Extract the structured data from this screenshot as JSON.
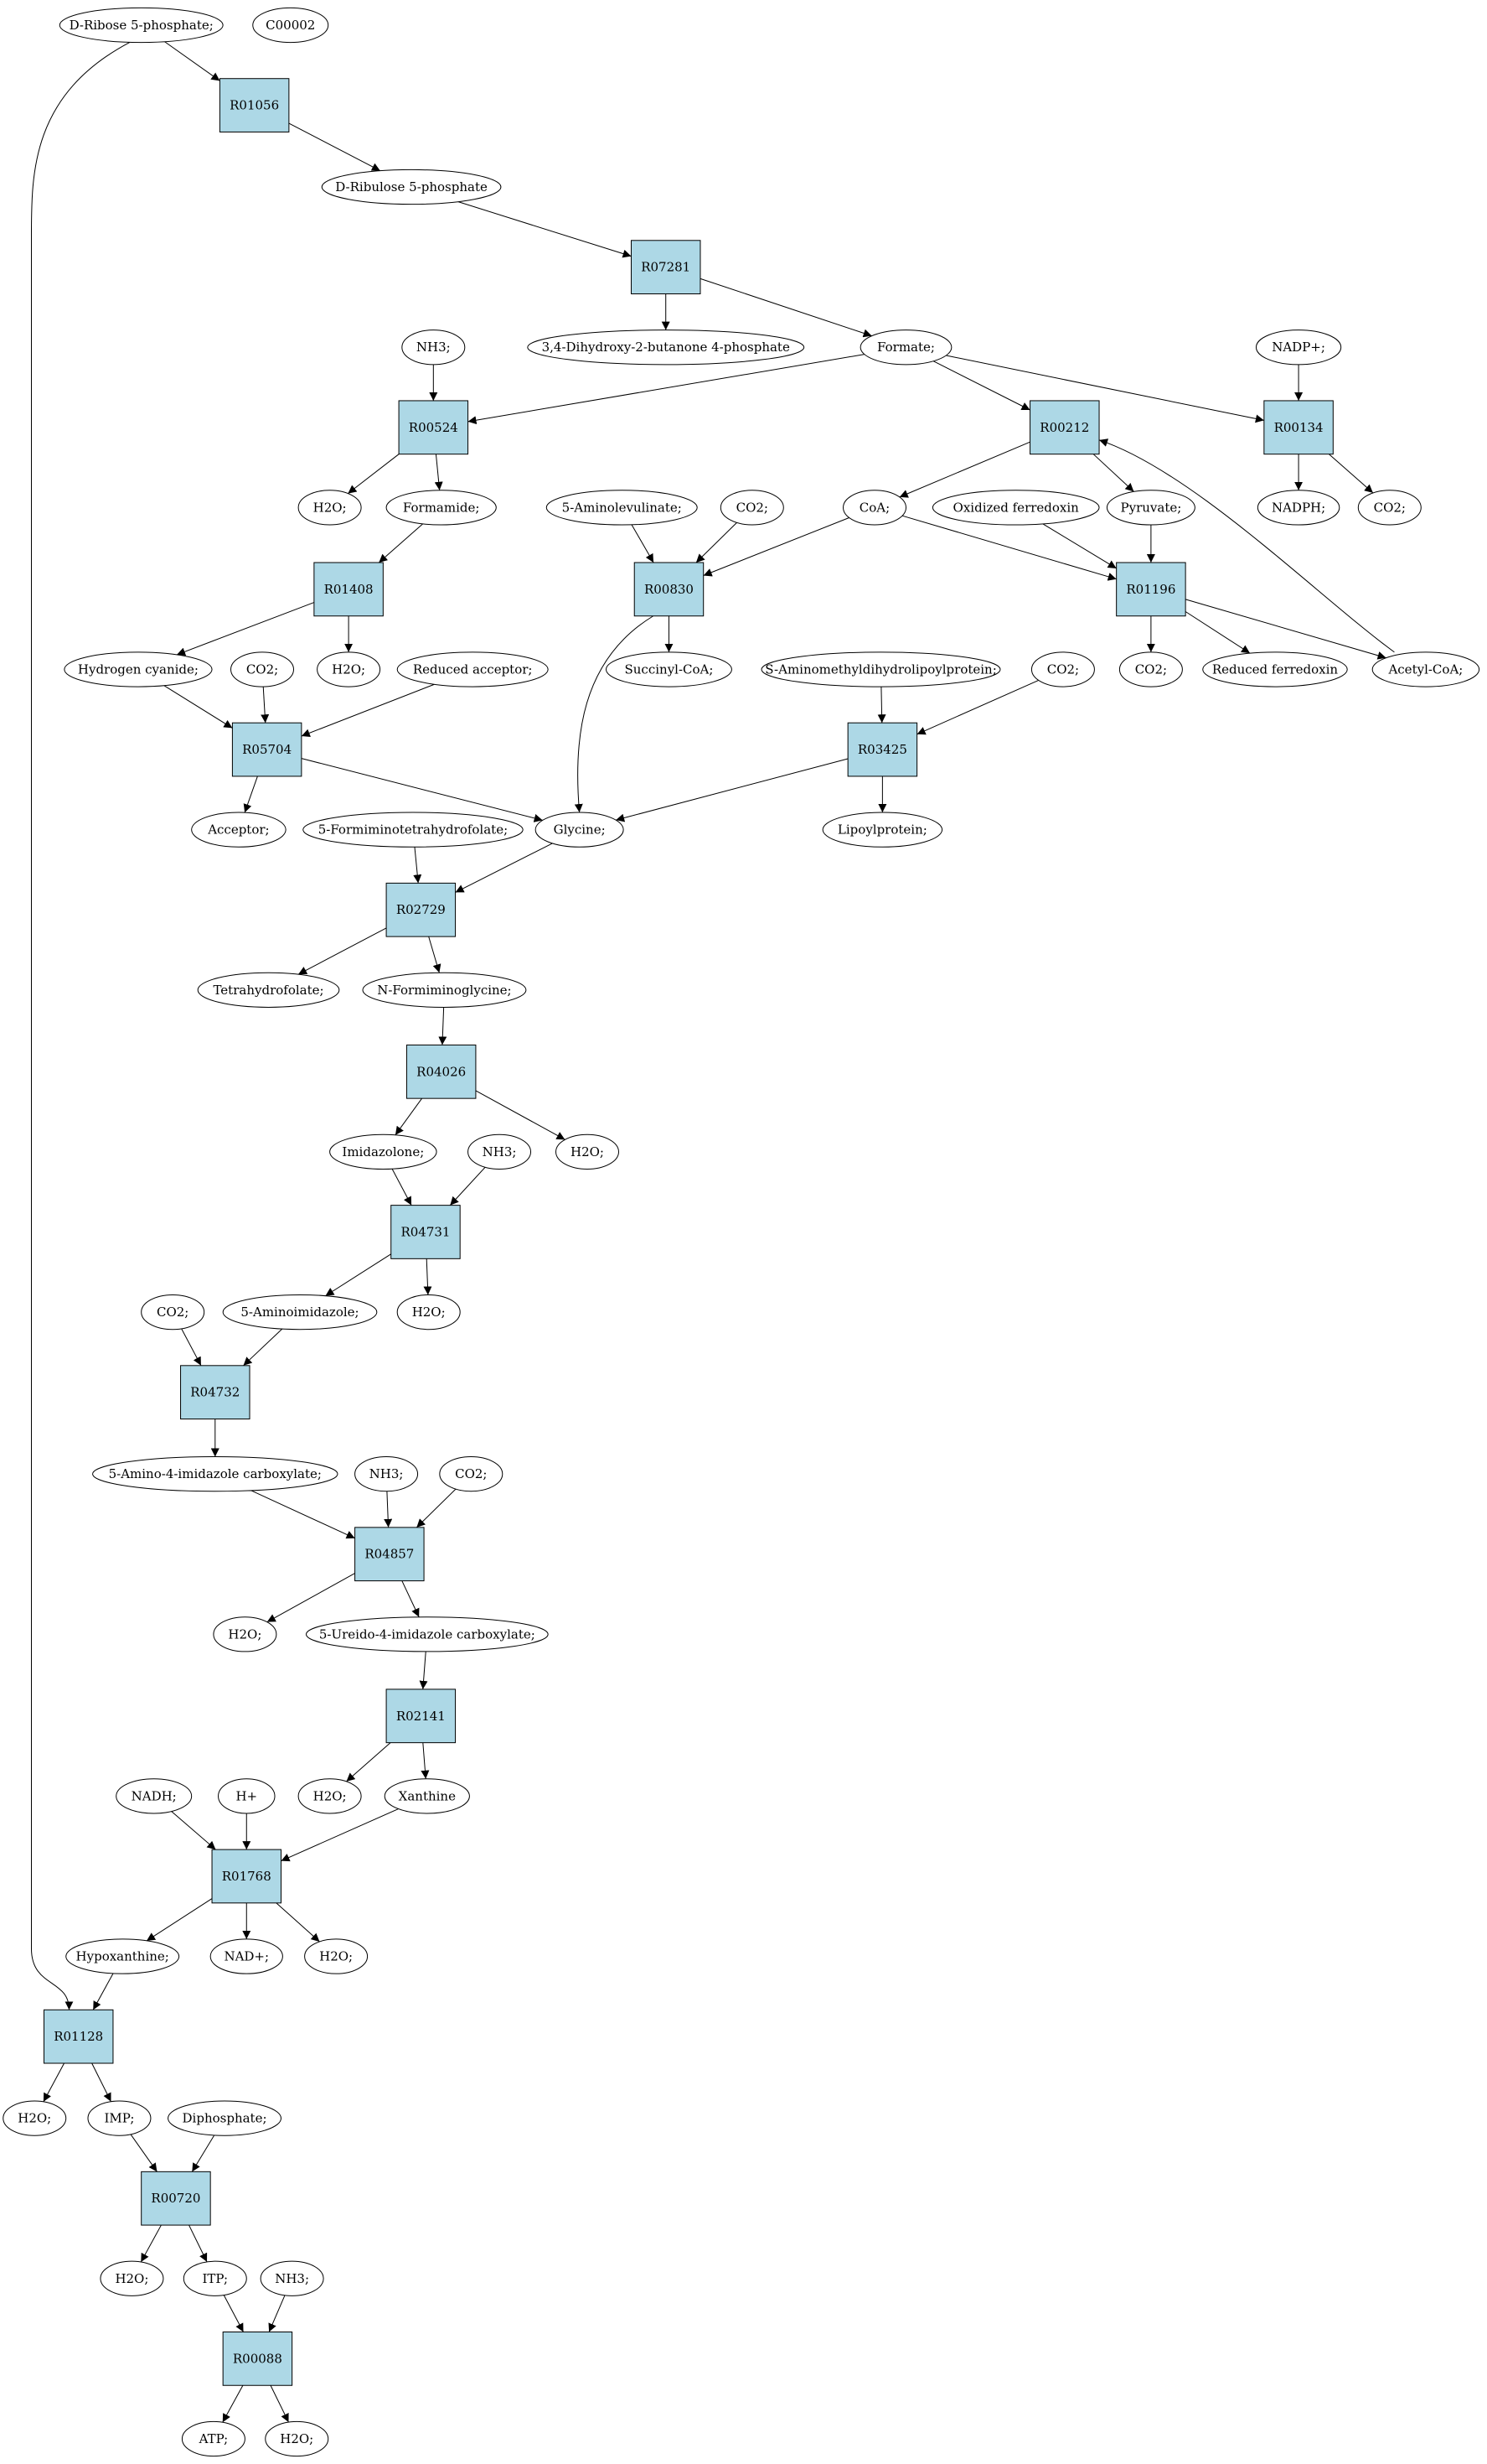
{
  "colors": {
    "reaction_fill": "#add8e6",
    "compound_fill": "#ffffff",
    "start_compound_fill": "#00ee00",
    "query_compound_fill": "#ffff00",
    "line": "#000000"
  },
  "nodes": [
    {
      "id": "c_dribose_top",
      "label": "D-Ribose 5-phosphate;",
      "kind": "compound",
      "fill": "#00ee00"
    },
    {
      "id": "c_c00002",
      "label": "C00002",
      "kind": "compound",
      "fill": "#ffff00"
    },
    {
      "id": "R01056",
      "label": "R01056",
      "kind": "reaction"
    },
    {
      "id": "c_dribulose",
      "label": "D-Ribulose 5-phosphate",
      "kind": "compound"
    },
    {
      "id": "R07281",
      "label": "R07281",
      "kind": "reaction"
    },
    {
      "id": "c_dihydroxy",
      "label": "3,4-Dihydroxy-2-butanone 4-phosphate",
      "kind": "compound"
    },
    {
      "id": "c_formate",
      "label": "Formate;",
      "kind": "compound"
    },
    {
      "id": "c_nh3_1",
      "label": "NH3;",
      "kind": "compound"
    },
    {
      "id": "c_nadp",
      "label": "NADP+;",
      "kind": "compound"
    },
    {
      "id": "R00524",
      "label": "R00524",
      "kind": "reaction"
    },
    {
      "id": "R00212",
      "label": "R00212",
      "kind": "reaction"
    },
    {
      "id": "R00134",
      "label": "R00134",
      "kind": "reaction"
    },
    {
      "id": "c_h2o_1",
      "label": "H2O;",
      "kind": "compound"
    },
    {
      "id": "c_formamide",
      "label": "Formamide;",
      "kind": "compound"
    },
    {
      "id": "c_aminolev",
      "label": "5-Aminolevulinate;",
      "kind": "compound"
    },
    {
      "id": "c_co2_1",
      "label": "CO2;",
      "kind": "compound"
    },
    {
      "id": "c_coa",
      "label": "CoA;",
      "kind": "compound"
    },
    {
      "id": "c_oxferr",
      "label": "Oxidized ferredoxin",
      "kind": "compound"
    },
    {
      "id": "c_pyruvate",
      "label": "Pyruvate;",
      "kind": "compound"
    },
    {
      "id": "c_nadph",
      "label": "NADPH;",
      "kind": "compound"
    },
    {
      "id": "c_co2_2",
      "label": "CO2;",
      "kind": "compound"
    },
    {
      "id": "R01408",
      "label": "R01408",
      "kind": "reaction"
    },
    {
      "id": "R00830",
      "label": "R00830",
      "kind": "reaction"
    },
    {
      "id": "R01196",
      "label": "R01196",
      "kind": "reaction"
    },
    {
      "id": "c_hcn",
      "label": "Hydrogen cyanide;",
      "kind": "compound"
    },
    {
      "id": "c_co2_3",
      "label": "CO2;",
      "kind": "compound"
    },
    {
      "id": "c_h2o_2",
      "label": "H2O;",
      "kind": "compound"
    },
    {
      "id": "c_redacc",
      "label": "Reduced acceptor;",
      "kind": "compound"
    },
    {
      "id": "c_succoa",
      "label": "Succinyl-CoA;",
      "kind": "compound"
    },
    {
      "id": "c_samdlp",
      "label": "S-Aminomethyldihydrolipoylprotein;",
      "kind": "compound"
    },
    {
      "id": "c_co2_4",
      "label": "CO2;",
      "kind": "compound"
    },
    {
      "id": "c_co2_5",
      "label": "CO2;",
      "kind": "compound"
    },
    {
      "id": "c_redferr",
      "label": "Reduced ferredoxin",
      "kind": "compound"
    },
    {
      "id": "c_acetylcoa",
      "label": "Acetyl-CoA;",
      "kind": "compound"
    },
    {
      "id": "R05704",
      "label": "R05704",
      "kind": "reaction"
    },
    {
      "id": "R03425",
      "label": "R03425",
      "kind": "reaction"
    },
    {
      "id": "c_acceptor",
      "label": "Acceptor;",
      "kind": "compound"
    },
    {
      "id": "c_fthf",
      "label": "5-Formiminotetrahydrofolate;",
      "kind": "compound"
    },
    {
      "id": "c_glycine",
      "label": "Glycine;",
      "kind": "compound"
    },
    {
      "id": "c_lipoyl",
      "label": "Lipoylprotein;",
      "kind": "compound"
    },
    {
      "id": "R02729",
      "label": "R02729",
      "kind": "reaction"
    },
    {
      "id": "c_thf",
      "label": "Tetrahydrofolate;",
      "kind": "compound"
    },
    {
      "id": "c_nfg",
      "label": "N-Formiminoglycine;",
      "kind": "compound"
    },
    {
      "id": "R04026",
      "label": "R04026",
      "kind": "reaction"
    },
    {
      "id": "c_imidazolone",
      "label": "Imidazolone;",
      "kind": "compound"
    },
    {
      "id": "c_nh3_2",
      "label": "NH3;",
      "kind": "compound"
    },
    {
      "id": "c_h2o_3",
      "label": "H2O;",
      "kind": "compound"
    },
    {
      "id": "R04731",
      "label": "R04731",
      "kind": "reaction"
    },
    {
      "id": "c_co2_6",
      "label": "CO2;",
      "kind": "compound"
    },
    {
      "id": "c_5ai",
      "label": "5-Aminoimidazole;",
      "kind": "compound"
    },
    {
      "id": "c_h2o_4",
      "label": "H2O;",
      "kind": "compound"
    },
    {
      "id": "R04732",
      "label": "R04732",
      "kind": "reaction"
    },
    {
      "id": "c_5a4ic",
      "label": "5-Amino-4-imidazole carboxylate;",
      "kind": "compound"
    },
    {
      "id": "c_nh3_3",
      "label": "NH3;",
      "kind": "compound"
    },
    {
      "id": "c_co2_7",
      "label": "CO2;",
      "kind": "compound"
    },
    {
      "id": "R04857",
      "label": "R04857",
      "kind": "reaction"
    },
    {
      "id": "c_h2o_5",
      "label": "H2O;",
      "kind": "compound"
    },
    {
      "id": "c_5u4ic",
      "label": "5-Ureido-4-imidazole carboxylate;",
      "kind": "compound"
    },
    {
      "id": "R02141",
      "label": "R02141",
      "kind": "reaction"
    },
    {
      "id": "c_nadh",
      "label": "NADH;",
      "kind": "compound"
    },
    {
      "id": "c_hplus",
      "label": "H+",
      "kind": "compound"
    },
    {
      "id": "c_h2o_6",
      "label": "H2O;",
      "kind": "compound"
    },
    {
      "id": "c_xanthine",
      "label": "Xanthine",
      "kind": "compound"
    },
    {
      "id": "R01768",
      "label": "R01768",
      "kind": "reaction"
    },
    {
      "id": "c_hypox",
      "label": "Hypoxanthine;",
      "kind": "compound"
    },
    {
      "id": "c_nadplus",
      "label": "NAD+;",
      "kind": "compound"
    },
    {
      "id": "c_h2o_7",
      "label": "H2O;",
      "kind": "compound"
    },
    {
      "id": "R01128",
      "label": "R01128",
      "kind": "reaction"
    },
    {
      "id": "c_h2o_8",
      "label": "H2O;",
      "kind": "compound"
    },
    {
      "id": "c_imp",
      "label": "IMP;",
      "kind": "compound"
    },
    {
      "id": "c_diphos",
      "label": "Diphosphate;",
      "kind": "compound"
    },
    {
      "id": "R00720",
      "label": "R00720",
      "kind": "reaction"
    },
    {
      "id": "c_h2o_9",
      "label": "H2O;",
      "kind": "compound"
    },
    {
      "id": "c_itp",
      "label": "ITP;",
      "kind": "compound"
    },
    {
      "id": "c_nh3_4",
      "label": "NH3;",
      "kind": "compound"
    },
    {
      "id": "R00088",
      "label": "R00088",
      "kind": "reaction"
    },
    {
      "id": "c_atp",
      "label": "ATP;",
      "kind": "compound"
    },
    {
      "id": "c_h2o_10",
      "label": "H2O;",
      "kind": "compound"
    }
  ],
  "edges": [
    [
      "c_dribose_top",
      "R01056"
    ],
    [
      "c_dribose_top",
      "R01128"
    ],
    [
      "R01056",
      "c_dribulose"
    ],
    [
      "c_dribulose",
      "R07281"
    ],
    [
      "R07281",
      "c_dihydroxy"
    ],
    [
      "R07281",
      "c_formate"
    ],
    [
      "c_formate",
      "R00524"
    ],
    [
      "c_formate",
      "R00212"
    ],
    [
      "c_formate",
      "R00134"
    ],
    [
      "c_nh3_1",
      "R00524"
    ],
    [
      "c_nadp",
      "R00134"
    ],
    [
      "R00524",
      "c_h2o_1"
    ],
    [
      "R00524",
      "c_formamide"
    ],
    [
      "R00212",
      "c_coa"
    ],
    [
      "R00212",
      "c_pyruvate"
    ],
    [
      "R00134",
      "c_nadph"
    ],
    [
      "R00134",
      "c_co2_2"
    ],
    [
      "c_formamide",
      "R01408"
    ],
    [
      "R01408",
      "c_hcn"
    ],
    [
      "R01408",
      "c_h2o_2"
    ],
    [
      "c_aminolev",
      "R00830"
    ],
    [
      "c_co2_1",
      "R00830"
    ],
    [
      "c_coa",
      "R00830"
    ],
    [
      "c_coa",
      "R01196"
    ],
    [
      "c_oxferr",
      "R01196"
    ],
    [
      "c_pyruvate",
      "R01196"
    ],
    [
      "R00830",
      "c_succoa"
    ],
    [
      "R00830",
      "c_glycine"
    ],
    [
      "R01196",
      "c_co2_5"
    ],
    [
      "R01196",
      "c_redferr"
    ],
    [
      "R01196",
      "c_acetylcoa"
    ],
    [
      "c_acetylcoa",
      "R00212"
    ],
    [
      "c_hcn",
      "R05704"
    ],
    [
      "c_co2_3",
      "R05704"
    ],
    [
      "c_redacc",
      "R05704"
    ],
    [
      "R05704",
      "c_acceptor"
    ],
    [
      "R05704",
      "c_glycine"
    ],
    [
      "c_samdlp",
      "R03425"
    ],
    [
      "c_co2_4",
      "R03425"
    ],
    [
      "R03425",
      "c_glycine"
    ],
    [
      "R03425",
      "c_lipoyl"
    ],
    [
      "c_fthf",
      "R02729"
    ],
    [
      "c_glycine",
      "R02729"
    ],
    [
      "R02729",
      "c_thf"
    ],
    [
      "R02729",
      "c_nfg"
    ],
    [
      "c_nfg",
      "R04026"
    ],
    [
      "R04026",
      "c_imidazolone"
    ],
    [
      "R04026",
      "c_h2o_3"
    ],
    [
      "c_imidazolone",
      "R04731"
    ],
    [
      "c_nh3_2",
      "R04731"
    ],
    [
      "R04731",
      "c_5ai"
    ],
    [
      "R04731",
      "c_h2o_4"
    ],
    [
      "c_co2_6",
      "R04732"
    ],
    [
      "c_5ai",
      "R04732"
    ],
    [
      "R04732",
      "c_5a4ic"
    ],
    [
      "c_5a4ic",
      "R04857"
    ],
    [
      "c_nh3_3",
      "R04857"
    ],
    [
      "c_co2_7",
      "R04857"
    ],
    [
      "R04857",
      "c_h2o_5"
    ],
    [
      "R04857",
      "c_5u4ic"
    ],
    [
      "c_5u4ic",
      "R02141"
    ],
    [
      "R02141",
      "c_h2o_6"
    ],
    [
      "R02141",
      "c_xanthine"
    ],
    [
      "c_nadh",
      "R01768"
    ],
    [
      "c_hplus",
      "R01768"
    ],
    [
      "c_xanthine",
      "R01768"
    ],
    [
      "R01768",
      "c_hypox"
    ],
    [
      "R01768",
      "c_nadplus"
    ],
    [
      "R01768",
      "c_h2o_7"
    ],
    [
      "c_hypox",
      "R01128"
    ],
    [
      "R01128",
      "c_h2o_8"
    ],
    [
      "R01128",
      "c_imp"
    ],
    [
      "c_imp",
      "R00720"
    ],
    [
      "c_diphos",
      "R00720"
    ],
    [
      "R00720",
      "c_h2o_9"
    ],
    [
      "R00720",
      "c_itp"
    ],
    [
      "c_itp",
      "R00088"
    ],
    [
      "c_nh3_4",
      "R00088"
    ],
    [
      "R00088",
      "c_atp"
    ],
    [
      "R00088",
      "c_h2o_10"
    ]
  ]
}
